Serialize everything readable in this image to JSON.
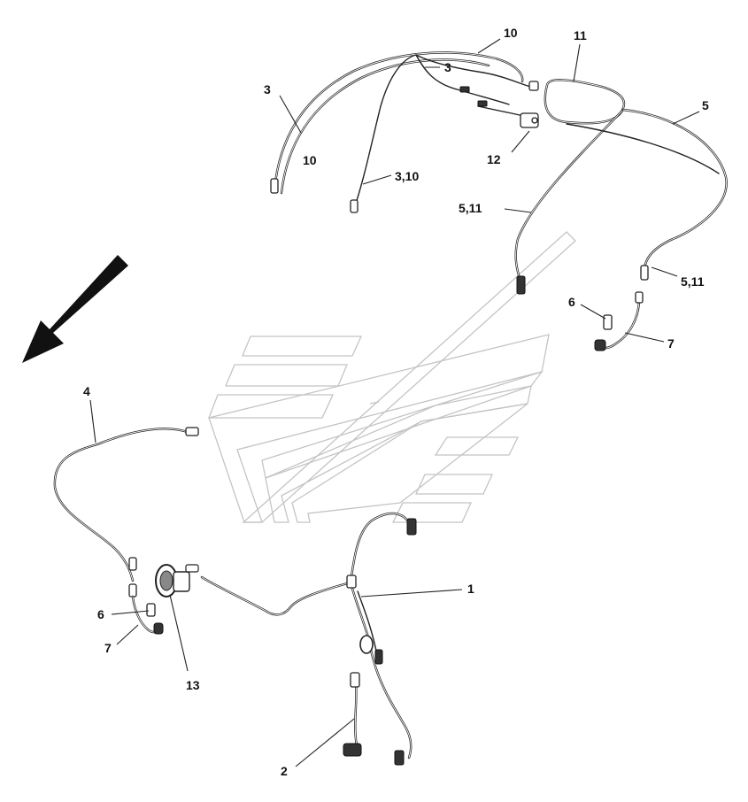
{
  "diagram": {
    "callouts": [
      {
        "id": "c10a",
        "text": "10"
      },
      {
        "id": "c11",
        "text": "11"
      },
      {
        "id": "c3a",
        "text": "3"
      },
      {
        "id": "c3b",
        "text": "3"
      },
      {
        "id": "c5",
        "text": "5"
      },
      {
        "id": "c10b",
        "text": "10"
      },
      {
        "id": "c12",
        "text": "12"
      },
      {
        "id": "c310",
        "text": "3,10"
      },
      {
        "id": "c511a",
        "text": "5,11"
      },
      {
        "id": "c511b",
        "text": "5,11"
      },
      {
        "id": "c6a",
        "text": "6"
      },
      {
        "id": "c7a",
        "text": "7"
      },
      {
        "id": "c4",
        "text": "4"
      },
      {
        "id": "c1",
        "text": "1"
      },
      {
        "id": "c6b",
        "text": "6"
      },
      {
        "id": "c7b",
        "text": "7"
      },
      {
        "id": "c13",
        "text": "13"
      },
      {
        "id": "c2",
        "text": "2"
      }
    ],
    "colors": {
      "line": "#222222",
      "watermark": "#c4c4c4",
      "background": "#ffffff"
    },
    "icons": {
      "direction": "arrow-down-left-icon",
      "watermark": "brand-watermark-logo"
    }
  }
}
